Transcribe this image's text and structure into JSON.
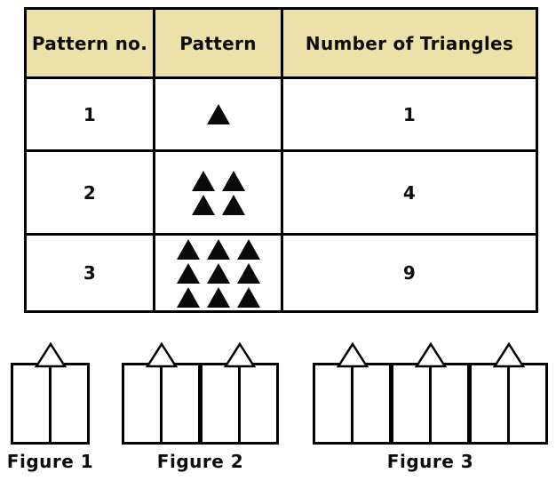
{
  "table": {
    "headers": [
      "Pattern no.",
      "Pattern",
      "Number of Triangles"
    ],
    "rows": [
      {
        "pattern_no": "1",
        "triangle_count": 1,
        "grid_cols": 1,
        "number_of_triangles": "1"
      },
      {
        "pattern_no": "2",
        "triangle_count": 4,
        "grid_cols": 2,
        "number_of_triangles": "4"
      },
      {
        "pattern_no": "3",
        "triangle_count": 9,
        "grid_cols": 3,
        "number_of_triangles": "9"
      }
    ],
    "header_bg": "#ECE1A8",
    "border_color": "#000000",
    "triangle_color": "#0a0a0a"
  },
  "figures": [
    {
      "label": "Figure 1",
      "house_units": 1
    },
    {
      "label": "Figure 2",
      "house_units": 2
    },
    {
      "label": "Figure 3",
      "house_units": 3
    }
  ]
}
